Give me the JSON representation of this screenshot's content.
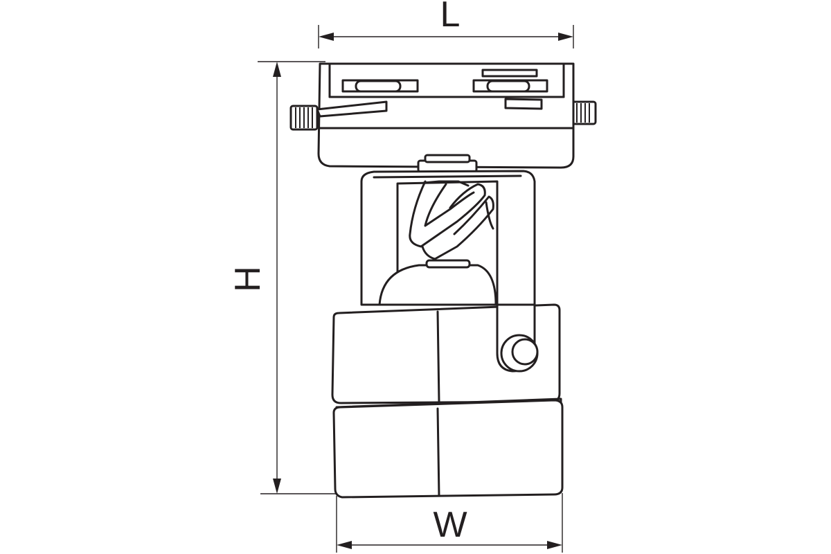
{
  "dimensions": {
    "length_label": "L",
    "height_label": "H",
    "width_label": "W"
  },
  "colors": {
    "line": "#231f20",
    "background": "#ffffff"
  }
}
